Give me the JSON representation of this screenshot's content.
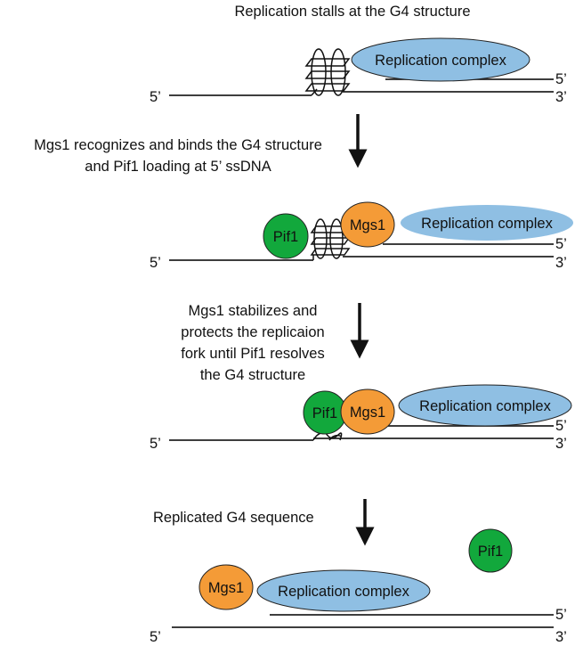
{
  "colors": {
    "replication_complex": "#8fbfe3",
    "mgs1": "#f49b37",
    "pif1": "#12a83c",
    "strand": "#222222"
  },
  "labels": {
    "replication_complex": "Replication complex",
    "mgs1": "Mgs1",
    "pif1": "Pif1",
    "five_prime": "5’",
    "three_prime": "3’"
  },
  "steps": [
    {
      "caption": [
        "Replication stalls at the G4 structure"
      ]
    },
    {
      "caption": [
        "Mgs1 recognizes and binds the G4 structure",
        "and Pif1 loading at 5’ ssDNA"
      ]
    },
    {
      "caption": [
        "Mgs1 stabilizes and",
        "protects the replicaion",
        "fork until Pif1 resolves",
        "the G4 structure"
      ]
    },
    {
      "caption": [
        "Replicated G4 sequence"
      ]
    }
  ]
}
